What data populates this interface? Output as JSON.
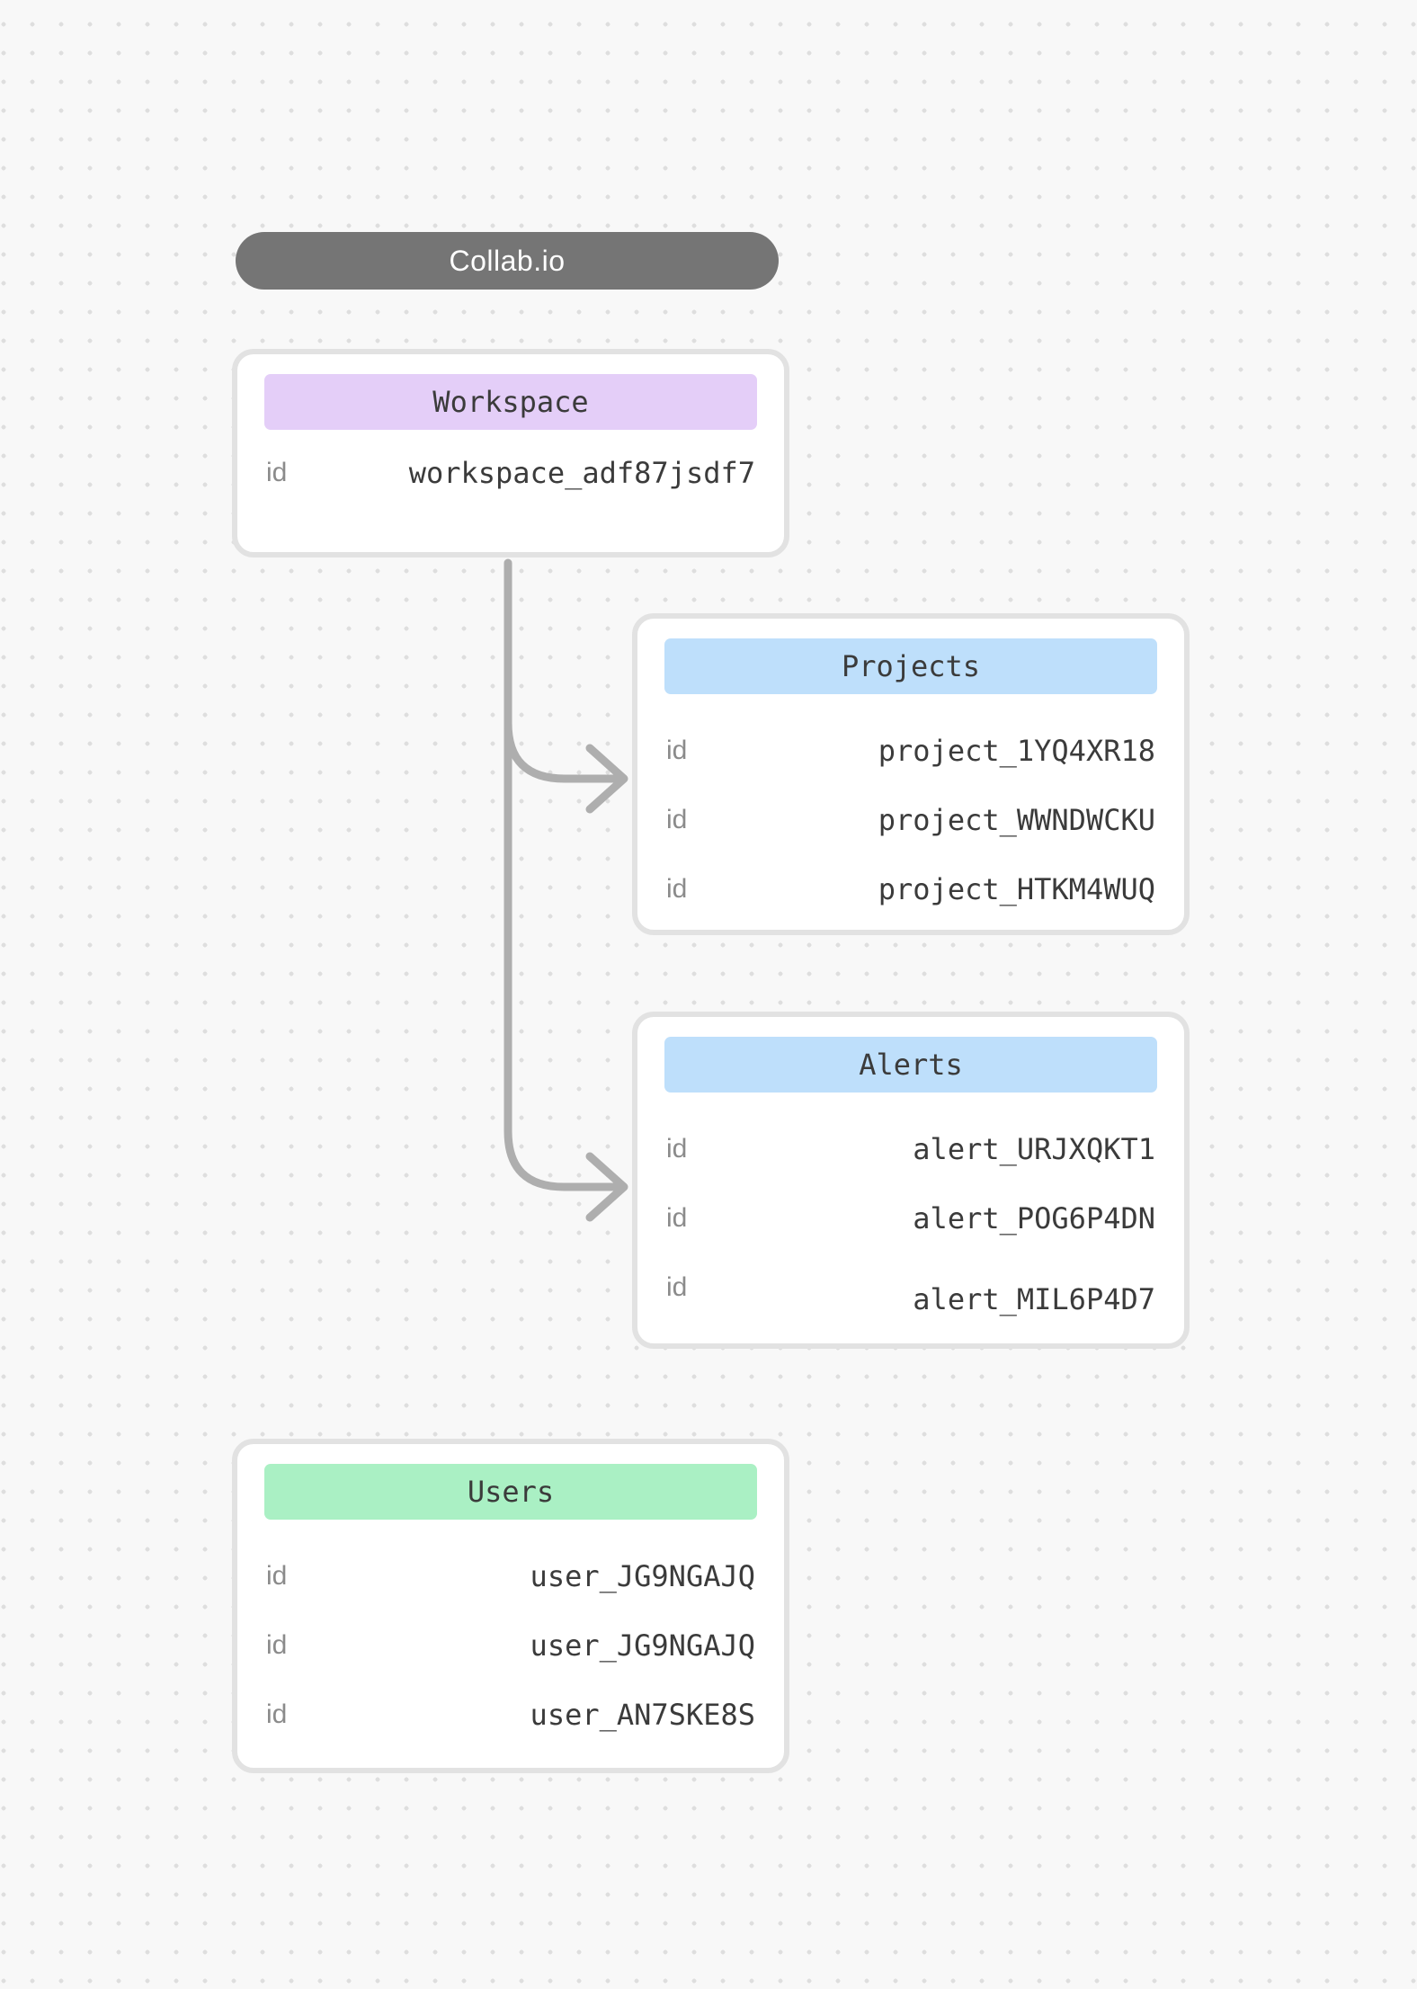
{
  "colors": {
    "pill_bg": "#757575",
    "workspace_header": "#e4cef8",
    "projects_header": "#bedffb",
    "alerts_header": "#bedffb",
    "users_header": "#aaf0c4",
    "arrow": "#aeaeae"
  },
  "diagram": {
    "title_pill": "Collab.io",
    "nodes": [
      {
        "title": "Workspace",
        "rows": [
          {
            "label": "id",
            "value": "workspace_adf87jsdf7"
          }
        ]
      },
      {
        "title": "Projects",
        "rows": [
          {
            "label": "id",
            "value": "project_1YQ4XR18"
          },
          {
            "label": "id",
            "value": "project_WWNDWCKU"
          },
          {
            "label": "id",
            "value": "project_HTKM4WUQ"
          }
        ]
      },
      {
        "title": "Alerts",
        "rows": [
          {
            "label": "id",
            "value": "alert_URJXQKT1"
          },
          {
            "label": "id",
            "value": "alert_POG6P4DN"
          },
          {
            "label": "id",
            "value": "alert_MIL6P4D7"
          }
        ]
      },
      {
        "title": "Users",
        "rows": [
          {
            "label": "id",
            "value": "user_JG9NGAJQ"
          },
          {
            "label": "id",
            "value": "user_JG9NGAJQ"
          },
          {
            "label": "id",
            "value": "user_AN7SKE8S"
          }
        ]
      }
    ],
    "edges": [
      {
        "from": "Workspace",
        "to": "Projects"
      },
      {
        "from": "Workspace",
        "to": "Alerts"
      }
    ]
  }
}
